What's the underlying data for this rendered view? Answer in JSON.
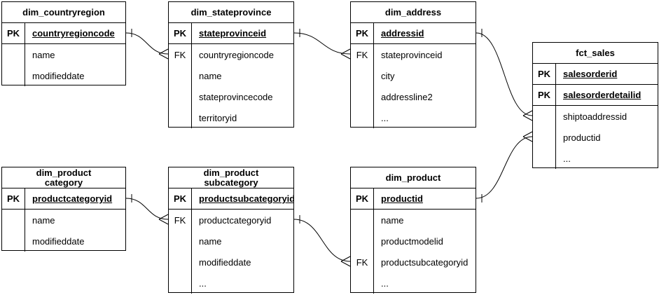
{
  "colors": {
    "border": "#000000",
    "background": "#ffffff",
    "text": "#000000"
  },
  "tables": [
    {
      "id": "dim_countryregion",
      "title": "dim_countryregion",
      "rows": [
        {
          "key": "PK",
          "name": "countryregioncode"
        },
        {
          "key": "",
          "name": "name"
        },
        {
          "key": "",
          "name": "modifieddate"
        }
      ]
    },
    {
      "id": "dim_stateprovince",
      "title": "dim_stateprovince",
      "rows": [
        {
          "key": "PK",
          "name": "stateprovinceid"
        },
        {
          "key": "FK",
          "name": "countryregioncode"
        },
        {
          "key": "",
          "name": "name"
        },
        {
          "key": "",
          "name": "stateprovincecode"
        },
        {
          "key": "",
          "name": "territoryid"
        }
      ]
    },
    {
      "id": "dim_address",
      "title": "dim_address",
      "rows": [
        {
          "key": "PK",
          "name": "addressid"
        },
        {
          "key": "FK",
          "name": "stateprovinceid"
        },
        {
          "key": "",
          "name": "city"
        },
        {
          "key": "",
          "name": "addressline2"
        },
        {
          "key": "",
          "name": "..."
        }
      ]
    },
    {
      "id": "fct_sales",
      "title": "fct_sales",
      "rows": [
        {
          "key": "PK",
          "name": "salesorderid"
        },
        {
          "key": "PK",
          "name": "salesorderdetailid"
        },
        {
          "key": "",
          "name": "shiptoaddressid"
        },
        {
          "key": "",
          "name": "productid"
        },
        {
          "key": "",
          "name": "..."
        }
      ]
    },
    {
      "id": "dim_product_category",
      "title": "dim_product\ncategory",
      "rows": [
        {
          "key": "PK",
          "name": "productcategoryid"
        },
        {
          "key": "",
          "name": "name"
        },
        {
          "key": "",
          "name": "modifieddate"
        }
      ]
    },
    {
      "id": "dim_product_subcategory",
      "title": "dim_product\nsubcategory",
      "rows": [
        {
          "key": "PK",
          "name": "productsubcategoryid"
        },
        {
          "key": "FK",
          "name": "productcategoryid"
        },
        {
          "key": "",
          "name": "name"
        },
        {
          "key": "",
          "name": "modifieddate"
        },
        {
          "key": "",
          "name": "..."
        }
      ]
    },
    {
      "id": "dim_product",
      "title": "dim_product",
      "rows": [
        {
          "key": "PK",
          "name": "productid"
        },
        {
          "key": "",
          "name": "name"
        },
        {
          "key": "",
          "name": "productmodelid"
        },
        {
          "key": "FK",
          "name": "productsubcategoryid"
        },
        {
          "key": "",
          "name": "..."
        }
      ]
    }
  ],
  "relationships": [
    {
      "from_table": "dim_countryregion",
      "from_column": "countryregioncode",
      "to_table": "dim_stateprovince",
      "to_column": "countryregioncode",
      "cardinality": "one-to-many"
    },
    {
      "from_table": "dim_stateprovince",
      "from_column": "stateprovinceid",
      "to_table": "dim_address",
      "to_column": "stateprovinceid",
      "cardinality": "one-to-many"
    },
    {
      "from_table": "dim_address",
      "from_column": "addressid",
      "to_table": "fct_sales",
      "to_column": "shiptoaddressid",
      "cardinality": "one-to-many"
    },
    {
      "from_table": "dim_product",
      "from_column": "productid",
      "to_table": "fct_sales",
      "to_column": "productid",
      "cardinality": "one-to-many"
    },
    {
      "from_table": "dim_product category",
      "from_column": "productcategoryid",
      "to_table": "dim_product subcategory",
      "to_column": "productcategoryid",
      "cardinality": "one-to-many"
    },
    {
      "from_table": "dim_product subcategory",
      "from_column": "productsubcategoryid",
      "to_table": "dim_product",
      "to_column": "productsubcategoryid",
      "cardinality": "one-to-many"
    }
  ]
}
